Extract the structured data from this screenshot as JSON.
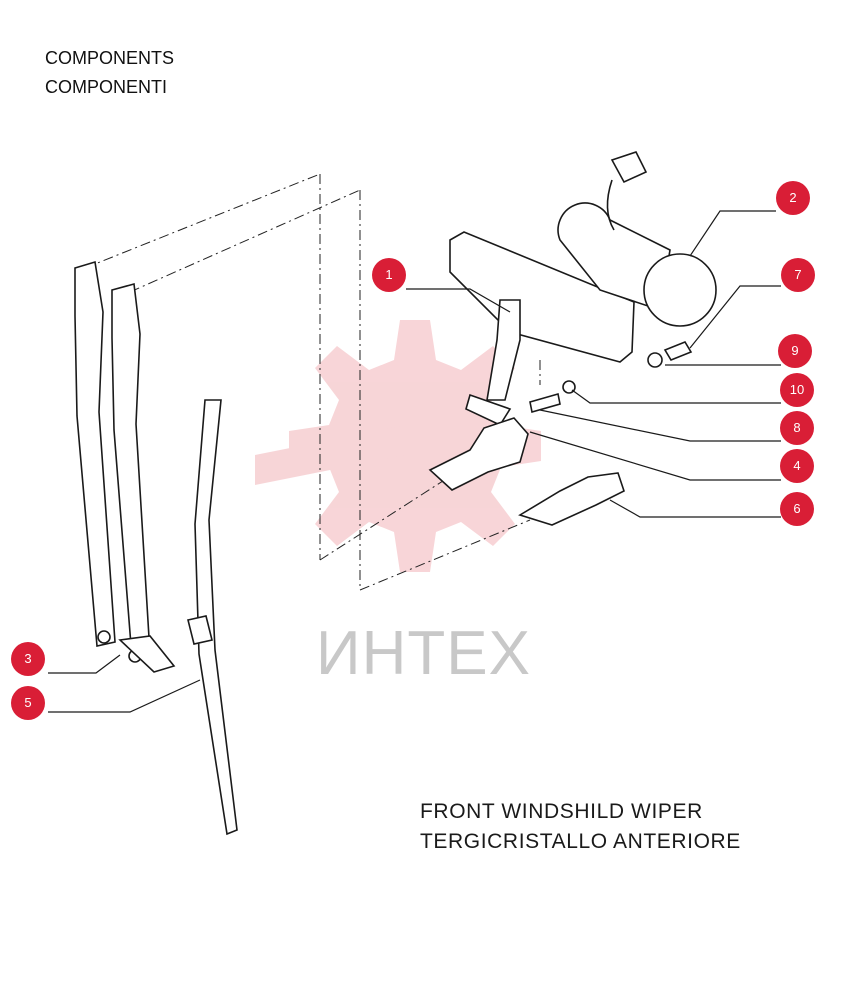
{
  "header": {
    "line1": "COMPONENTS",
    "line2": "COMPONENTI"
  },
  "caption": {
    "line1": "FRONT WINDSHILD WIPER",
    "line2": "TERGICRISTALLO ANTERIORE"
  },
  "watermark": {
    "text": "ИНТЕХ",
    "color": "#f2b3b8"
  },
  "callouts": [
    {
      "label": "1"
    },
    {
      "label": "2"
    },
    {
      "label": "7"
    },
    {
      "label": "9"
    },
    {
      "label": "10"
    },
    {
      "label": "8"
    },
    {
      "label": "4"
    },
    {
      "label": "6"
    },
    {
      "label": "3"
    },
    {
      "label": "5"
    }
  ],
  "colors": {
    "badge": "#d91e36",
    "line": "#1a1a1a"
  }
}
